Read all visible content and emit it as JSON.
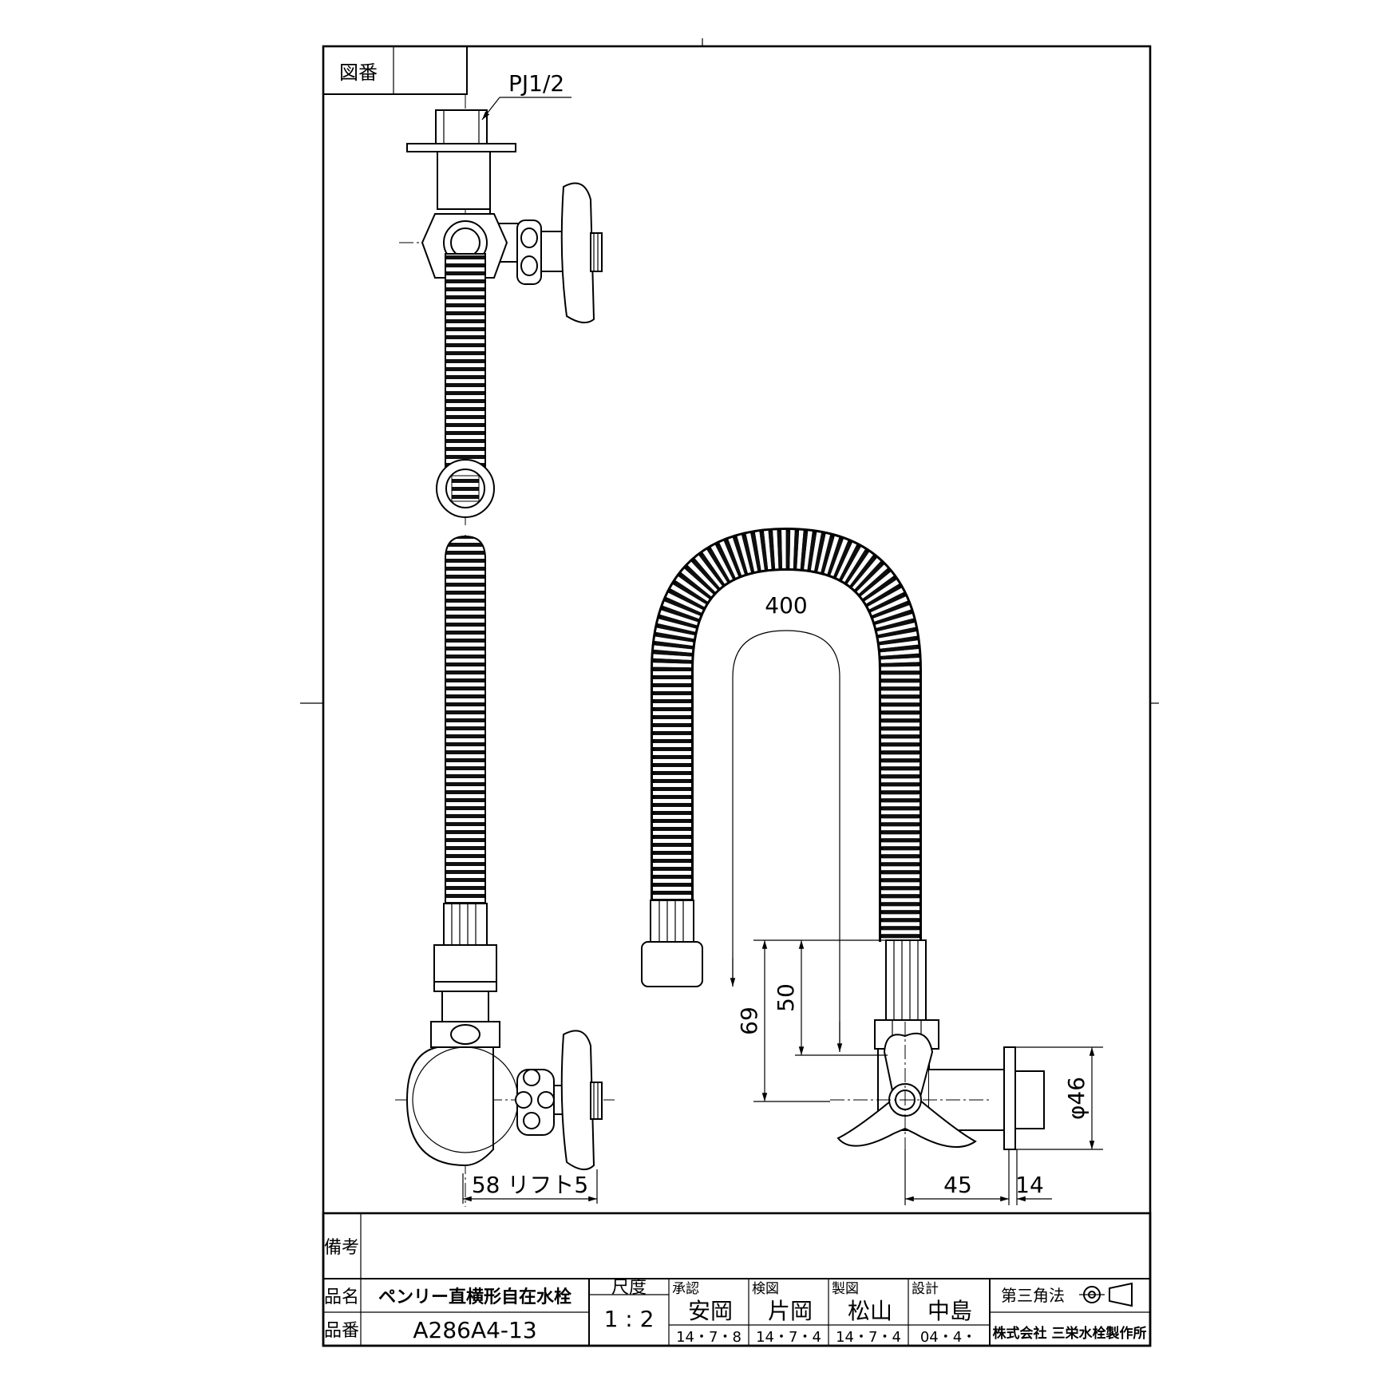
{
  "drawing_no_box": {
    "label": "図番",
    "value": ""
  },
  "thread_callout": "PJ1/2",
  "dimensions": {
    "hose_length": "400",
    "height_69": "69",
    "height_50": "50",
    "flange_dia": "φ46",
    "width_45": "45",
    "width_14": "14",
    "width_58": "58 リフト5"
  },
  "title_block": {
    "remarks_label": "備考",
    "remarks_value": "",
    "name_label": "品名",
    "name_value": "ペンリー直横形自在水栓",
    "number_label": "品番",
    "number_value": "A286A4-13",
    "scale_label": "尺度",
    "scale_value": "1 : 2",
    "approvals": [
      {
        "role": "承認",
        "name": "安岡",
        "date": "14・7・8"
      },
      {
        "role": "検図",
        "name": "片岡",
        "date": "14・7・4"
      },
      {
        "role": "製図",
        "name": "松山",
        "date": "14・7・4"
      },
      {
        "role": "設計",
        "name": "中島",
        "date": "04・4・"
      }
    ],
    "projection_label": "第三角法",
    "company": "株式会社 三栄水栓製作所"
  }
}
